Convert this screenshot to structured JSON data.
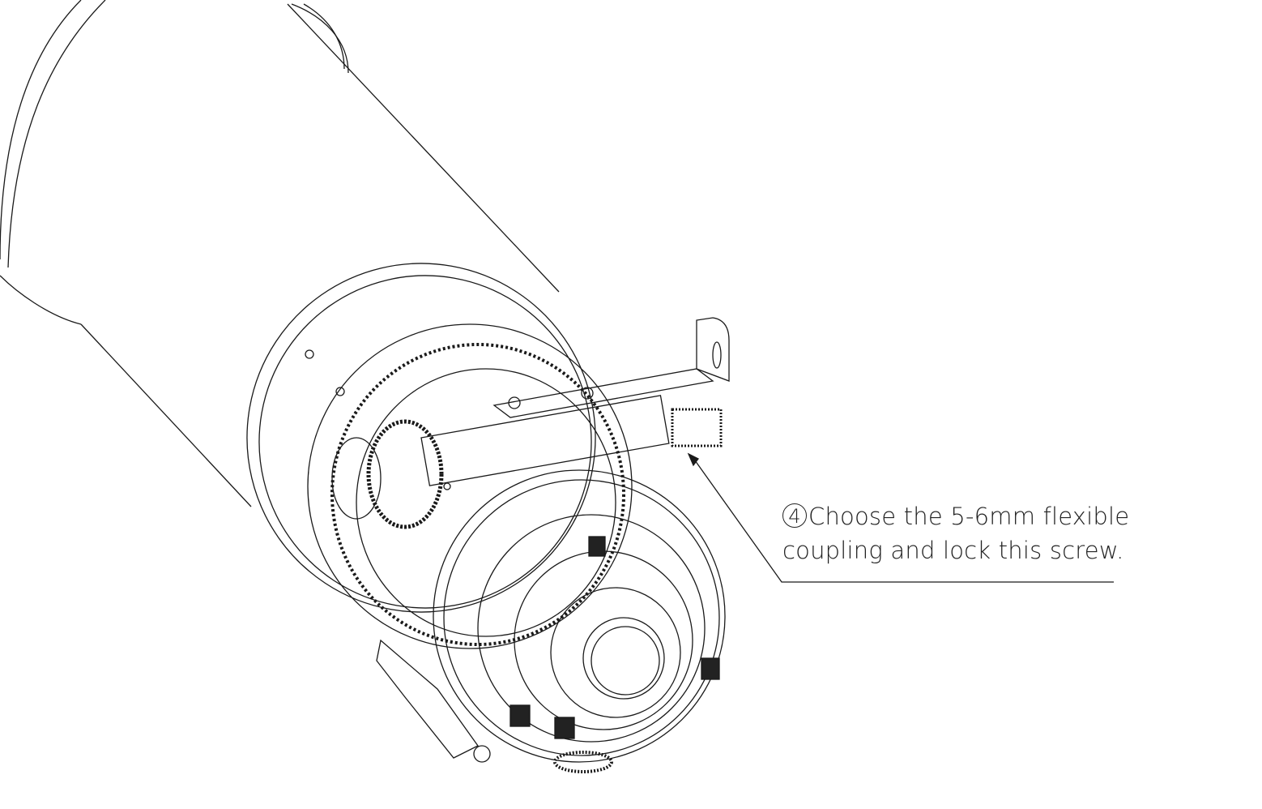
{
  "callout": {
    "step_number": "4",
    "line1": "Choose the 5-6mm flexible",
    "line2": "coupling and lock this screw."
  },
  "colors": {
    "line": "#1a1a1a",
    "background": "#ffffff"
  }
}
